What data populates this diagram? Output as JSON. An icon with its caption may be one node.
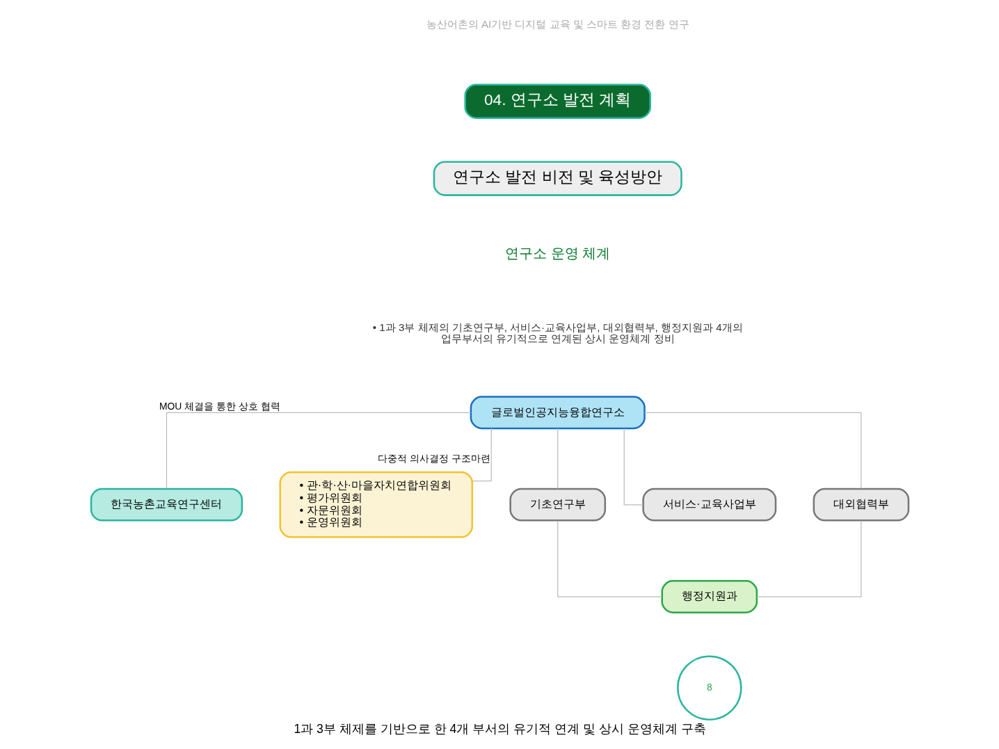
{
  "diagram": {
    "caption": "1과 3부 체제를 기반으로 한 4개 부서의 유기적 연계 및 상시 운영체계 구축",
    "nodes": [
      {
        "text": [
          "글로벌인공지능융합연구소"
        ]
      },
      {
        "text": [
          "한국농촌교육연구센터"
        ]
      },
      {
        "text": [
          "• 관·학·산·마을자치연합위원회",
          "• 평가위원회",
          "• 자문위원회",
          "• 운영위원회"
        ]
      },
      {
        "text": [
          "기초연구부"
        ]
      },
      {
        "text": [
          "서비스·교육사업부"
        ]
      },
      {
        "text": [
          "대외협력부"
        ]
      },
      {
        "text": [
          "행정지원과"
        ]
      }
    ],
    "edges": [
      {
        "from": 0,
        "to": 1,
        "arrow": "none",
        "label": "MOU 체결을 통한 상호 협력"
      },
      {
        "from": 0,
        "to": 2,
        "arrow": "none",
        "label": "다중적 의사결정 구조마련"
      },
      {
        "from": 0,
        "to": 3,
        "arrow": "none"
      },
      {
        "from": 0,
        "to": 4,
        "arrow": "none"
      },
      {
        "from": 0,
        "to": 5,
        "arrow": "none"
      },
      {
        "from": 3,
        "to": 6,
        "arrow": "none"
      },
      {
        "from": 5,
        "to": 6,
        "arrow": "none"
      }
    ],
    "labels": [
      "농산어촌의 AI기반 디지털 교육 및 스마트 환경 전환 연구",
      "04. 연구소 발전 계획",
      "연구소 발전 비전 및 육성방안",
      "연구소 운영 체계",
      "• 1과 3부 체제의 기초연구부, 서비스·교육사업부, 대외협력부, 행정지원과 4개의 업무부서의 유기적으로 연계된 상시 운영체계 정비",
      "8"
    ]
  }
}
